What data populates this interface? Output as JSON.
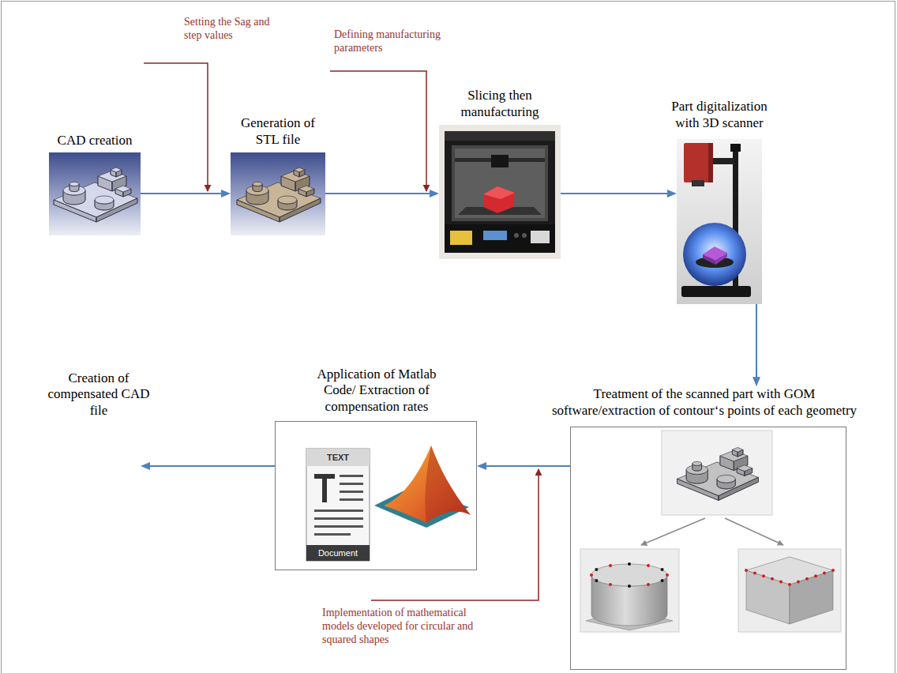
{
  "diagram": {
    "nodes": [
      {
        "text": [
          "CAD creation"
        ]
      },
      {
        "text": [
          "Generation of STL file"
        ]
      },
      {
        "text": [
          "Slicing then manufacturing"
        ]
      },
      {
        "text": [
          "Part digitalization with 3D scanner"
        ]
      },
      {
        "text": [
          "Treatment of the scanned part with GOM software/extraction of contour‘s points of each geometry"
        ]
      },
      {
        "text": [
          "Application of Matlab Code/ Extraction of compensation rates"
        ]
      },
      {
        "text": [
          "Creation of compensated CAD file"
        ]
      }
    ],
    "edges": [
      {
        "from": 0,
        "to": 1,
        "arrow": "to"
      },
      {
        "from": 1,
        "to": 2,
        "arrow": "to"
      },
      {
        "from": 2,
        "to": 3,
        "arrow": "to"
      },
      {
        "from": 3,
        "to": 4,
        "arrow": "to"
      },
      {
        "from": 4,
        "to": 5,
        "arrow": "to"
      },
      {
        "from": 5,
        "to": 6,
        "arrow": "to"
      }
    ],
    "labels": [
      "Setting the Sag and step values",
      "Defining manufacturing parameters",
      "Implementation of mathematical models developed for circular and squared shapes",
      "TEXT",
      "Document"
    ]
  }
}
